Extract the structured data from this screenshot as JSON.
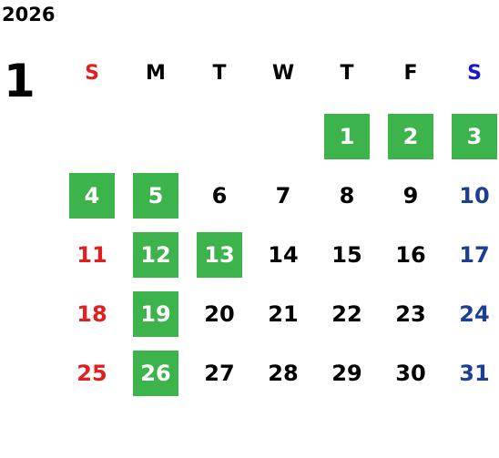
{
  "year": "2026",
  "month": "1",
  "colors": {
    "sunday": "#e02020",
    "saturday": "#1c3f94",
    "weekday": "#000000",
    "highlight": "#3cb44b",
    "highlight_text": "#ffffff"
  },
  "weekdays": [
    "S",
    "M",
    "T",
    "W",
    "T",
    "F",
    "S"
  ],
  "weeks": [
    [
      null,
      null,
      null,
      null,
      {
        "day": "1",
        "hl": true
      },
      {
        "day": "2",
        "hl": true
      },
      {
        "day": "3",
        "hl": true
      }
    ],
    [
      {
        "day": "4",
        "hl": true
      },
      {
        "day": "5",
        "hl": true
      },
      {
        "day": "6"
      },
      {
        "day": "7"
      },
      {
        "day": "8"
      },
      {
        "day": "9"
      },
      {
        "day": "10"
      }
    ],
    [
      {
        "day": "11"
      },
      {
        "day": "12",
        "hl": true
      },
      {
        "day": "13",
        "hl": true
      },
      {
        "day": "14"
      },
      {
        "day": "15"
      },
      {
        "day": "16"
      },
      {
        "day": "17"
      }
    ],
    [
      {
        "day": "18"
      },
      {
        "day": "19",
        "hl": true
      },
      {
        "day": "20"
      },
      {
        "day": "21"
      },
      {
        "day": "22"
      },
      {
        "day": "23"
      },
      {
        "day": "24"
      }
    ],
    [
      {
        "day": "25"
      },
      {
        "day": "26",
        "hl": true
      },
      {
        "day": "27"
      },
      {
        "day": "28"
      },
      {
        "day": "29"
      },
      {
        "day": "30"
      },
      {
        "day": "31"
      }
    ]
  ]
}
